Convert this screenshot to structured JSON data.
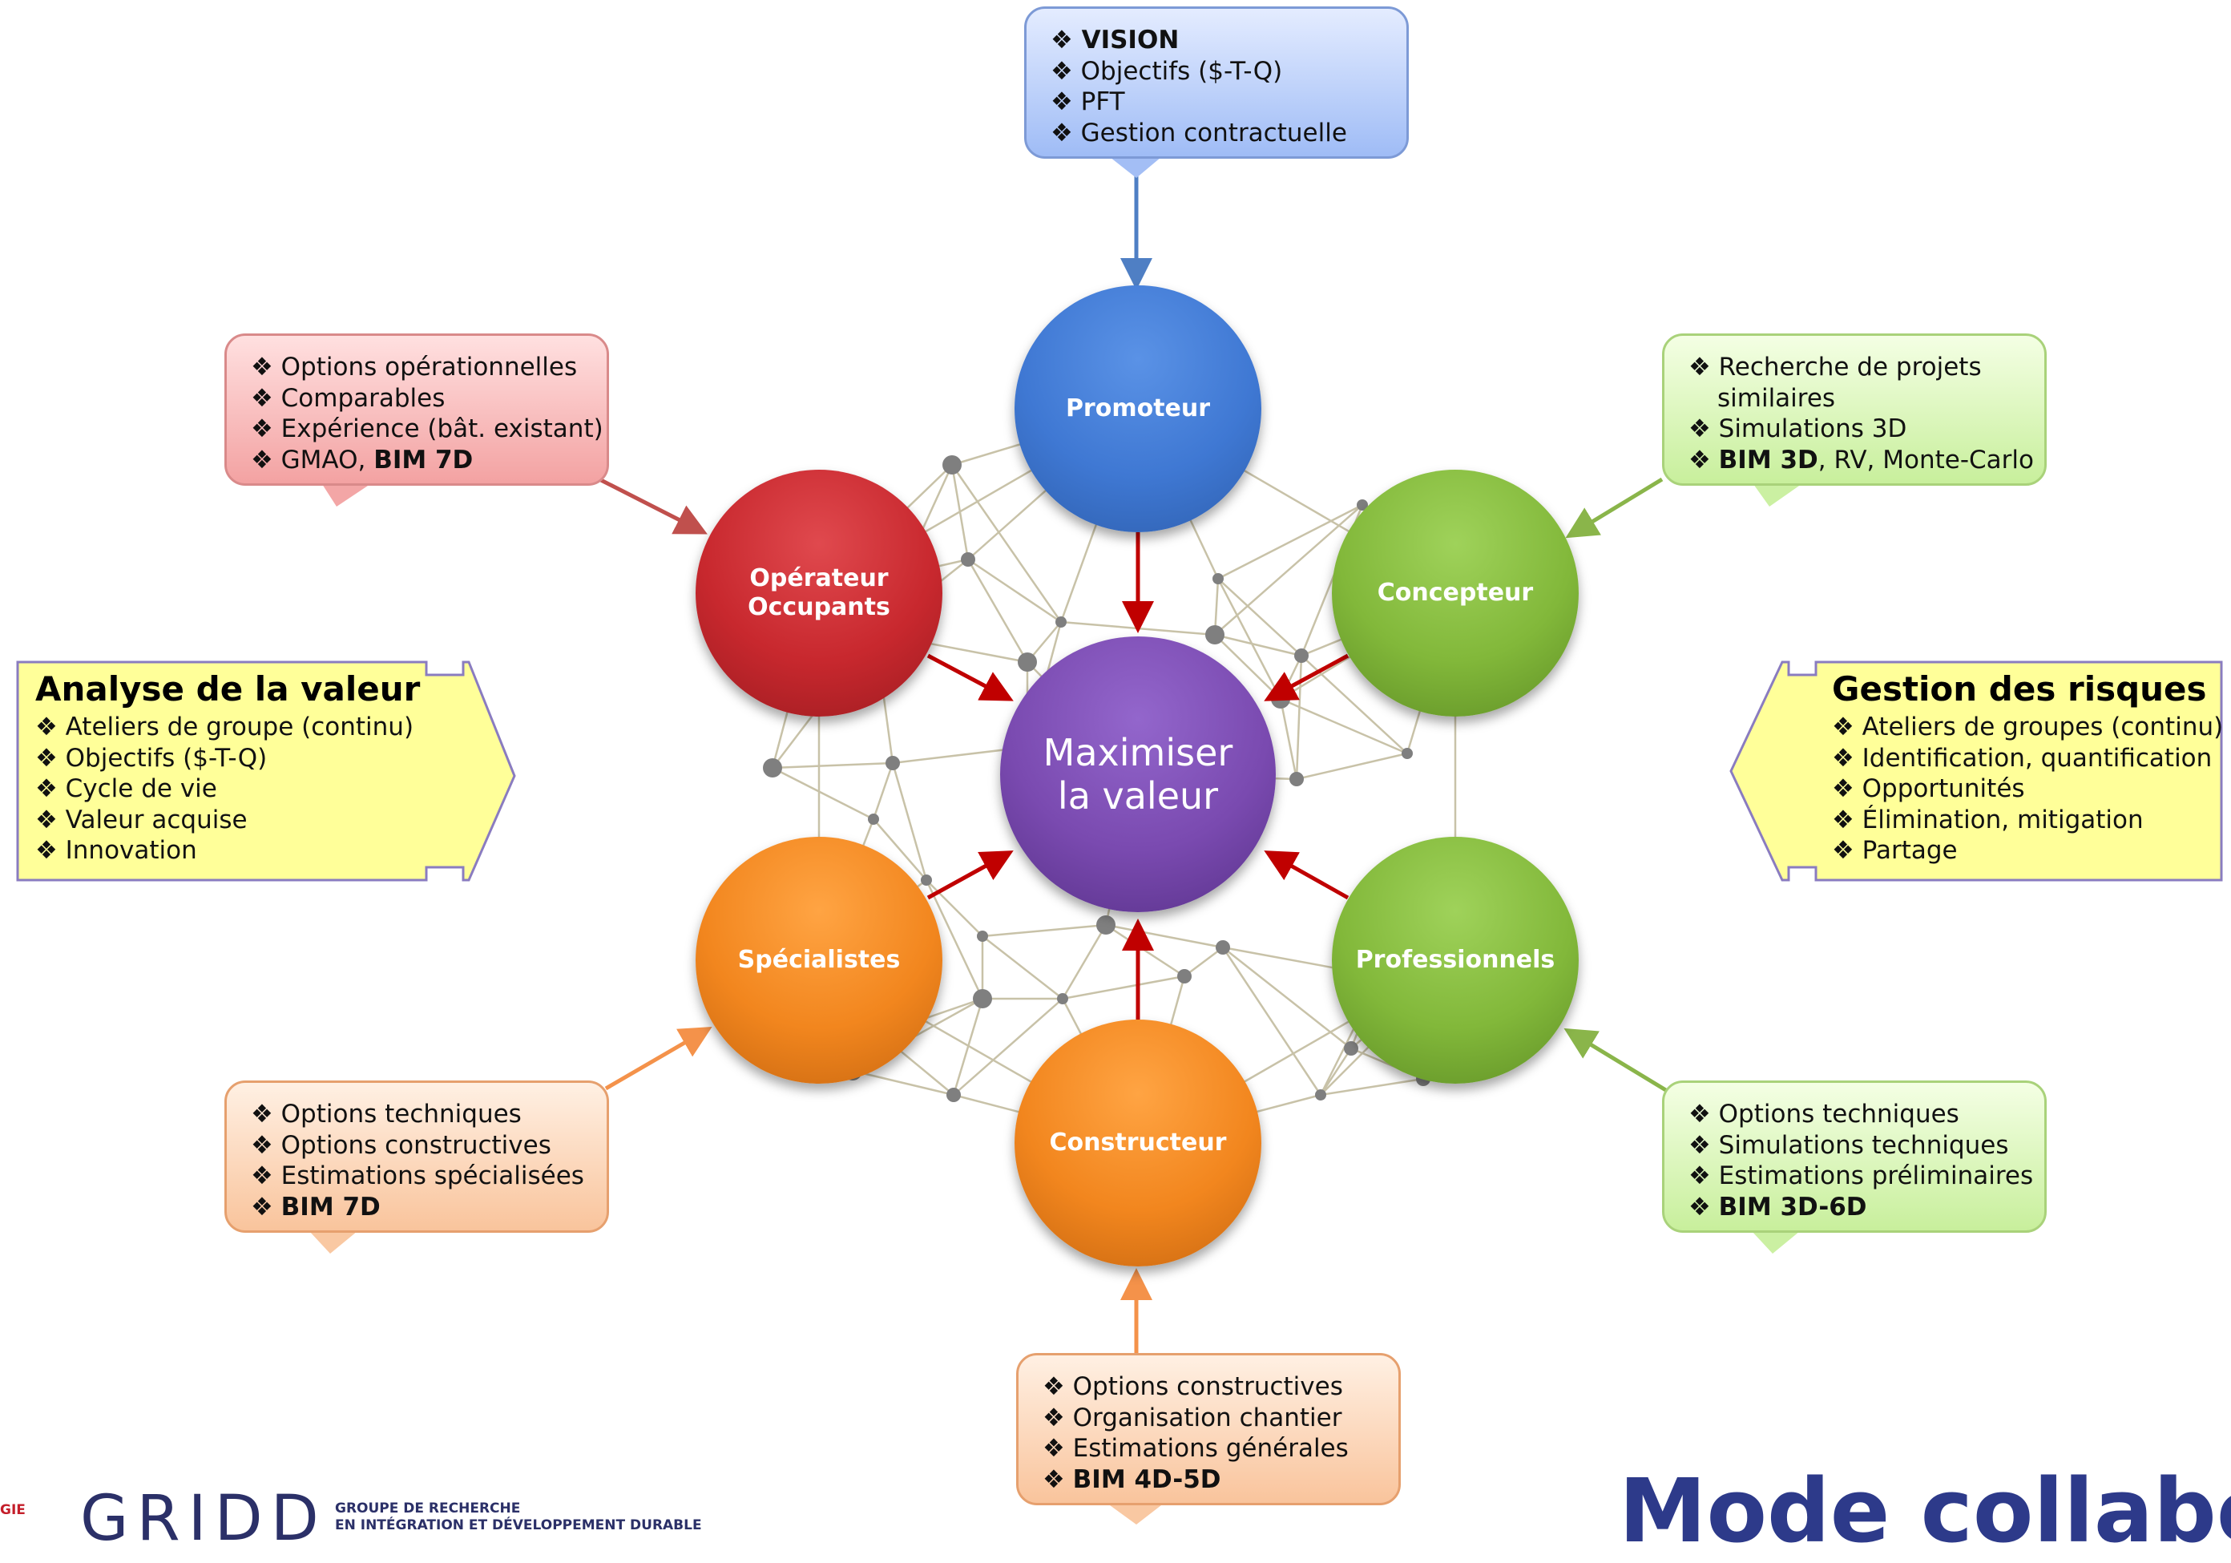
{
  "top_callout": {
    "items": [
      "❖ VISION",
      "❖ Objectifs ($-T-Q)",
      "❖ PFT",
      "❖ Gestion contractuelle"
    ],
    "color": "#a9c4f8"
  },
  "left_top_callout": {
    "items": [
      "❖ Options opérationnelles",
      "❖ Comparables",
      "❖ Expérience (bât. existant)",
      "❖ GMAO, ",
      "BIM 7D"
    ],
    "color": "#f3a2a2"
  },
  "right_top_callout": {
    "items": [
      "❖ Recherche de projets",
      "similaires",
      "❖ Simulations 3D",
      "❖ ",
      "BIM 3D",
      ", RV, Monte-Carlo"
    ],
    "color": "#c8ef9c"
  },
  "left_bottom_callout": {
    "items": [
      "❖ Options techniques",
      "❖ Options constructives",
      "❖ Estimations spécialisées",
      "❖ ",
      "BIM 7D"
    ],
    "color": "#f9c49c"
  },
  "right_bottom_callout": {
    "items": [
      "❖ Options techniques",
      "❖ Simulations techniques",
      "❖ Estimations préliminaires",
      "❖ ",
      "BIM 3D-6D"
    ],
    "color": "#c8ef9c"
  },
  "bottom_callout": {
    "items": [
      "❖ Options constructives",
      "❖ Organisation chantier",
      "❖ Estimations générales",
      "❖ ",
      "BIM 4D-5D"
    ],
    "color": "#f9c49c"
  },
  "nodes": {
    "promoteur": {
      "label": "Promoteur",
      "color": "#3f78d3"
    },
    "operateur": {
      "line1": "Opérateur",
      "line2": "Occupants",
      "color": "#c8282e"
    },
    "concepteur": {
      "label": "Concepteur",
      "color": "#82b83a"
    },
    "specialistes": {
      "label": "Spécialistes",
      "color": "#f2861e"
    },
    "professionnels": {
      "label": "Professionnels",
      "color": "#82b83a"
    },
    "constructeur": {
      "label": "Constructeur",
      "color": "#f2861e"
    },
    "center": {
      "line1": "Maximiser",
      "line2": "la valeur",
      "color": "#7a4ab0"
    }
  },
  "left_panel": {
    "title": "Analyse de la valeur",
    "items": [
      "❖ Ateliers de groupe (continu)",
      "❖ Objectifs ($-T-Q)",
      "❖ Cycle de vie",
      "❖ Valeur acquise",
      "❖ Innovation"
    ],
    "color": "#ffff99"
  },
  "right_panel": {
    "title": "Gestion des risques",
    "items": [
      "❖ Ateliers de groupes (continu)",
      "❖ Identification, quantification",
      "❖ Opportunités",
      "❖ Élimination, mitigation",
      "❖ Partage"
    ],
    "color": "#ffff99"
  },
  "footer": {
    "title": "Mode collabor",
    "logo": "GRIDD",
    "logo_sub1": "GROUPE DE RECHERCHE",
    "logo_sub2": "EN INTÉGRATION ET DÉVELOPPEMENT DURABLE",
    "left_fragment": "GIE"
  }
}
